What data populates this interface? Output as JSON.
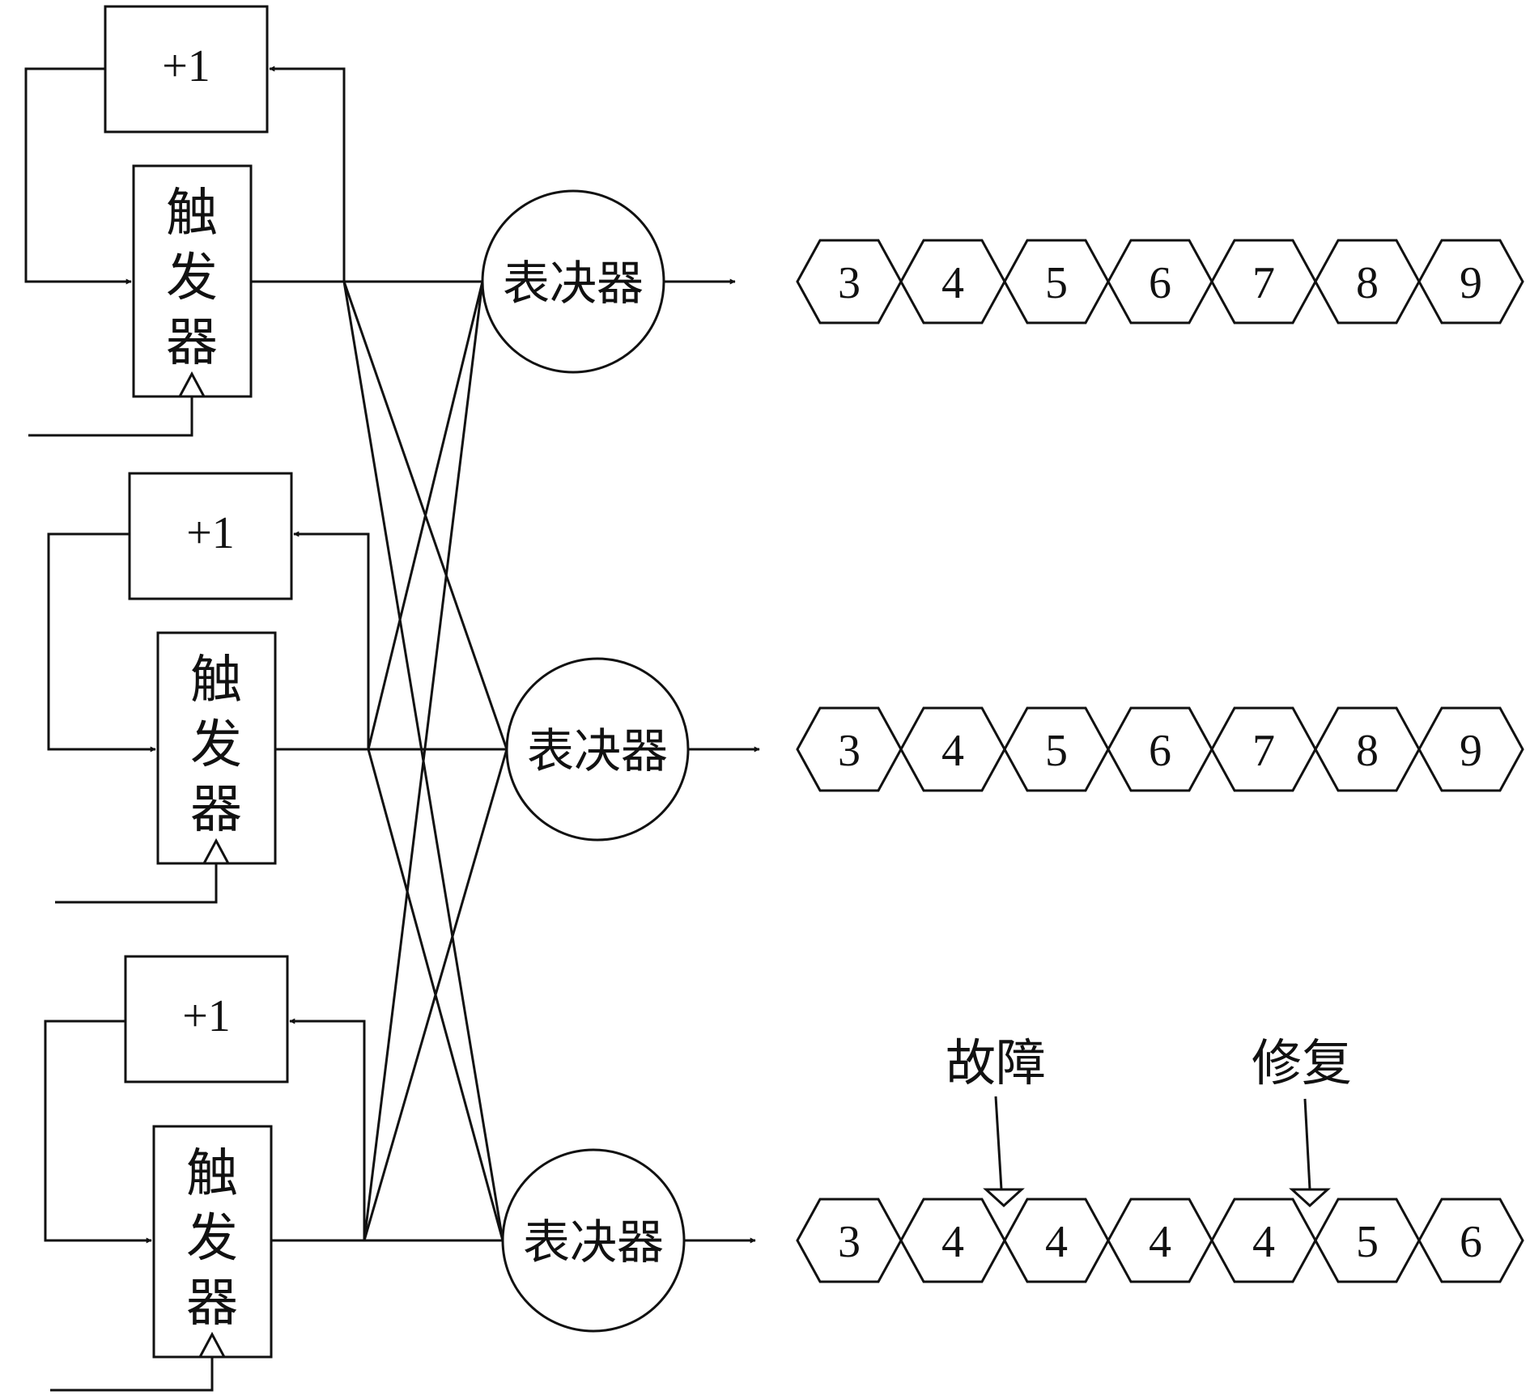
{
  "modules": [
    {
      "plus_label": "+1",
      "flipflop_label": [
        "触",
        "发",
        "器"
      ],
      "voter_label": "表决器"
    },
    {
      "plus_label": "+1",
      "flipflop_label": [
        "触",
        "发",
        "器"
      ],
      "voter_label": "表决器"
    },
    {
      "plus_label": "+1",
      "flipflop_label": [
        "触",
        "发",
        "器"
      ],
      "voter_label": "表决器"
    }
  ],
  "sequences": [
    [
      "3",
      "4",
      "5",
      "6",
      "7",
      "8",
      "9"
    ],
    [
      "3",
      "4",
      "5",
      "6",
      "7",
      "8",
      "9"
    ],
    [
      "3",
      "4",
      "4",
      "4",
      "4",
      "5",
      "6"
    ]
  ],
  "annotations": {
    "fault": "故障",
    "repair": "修复"
  },
  "colors": {
    "stroke": "#111111",
    "background": "#ffffff"
  }
}
